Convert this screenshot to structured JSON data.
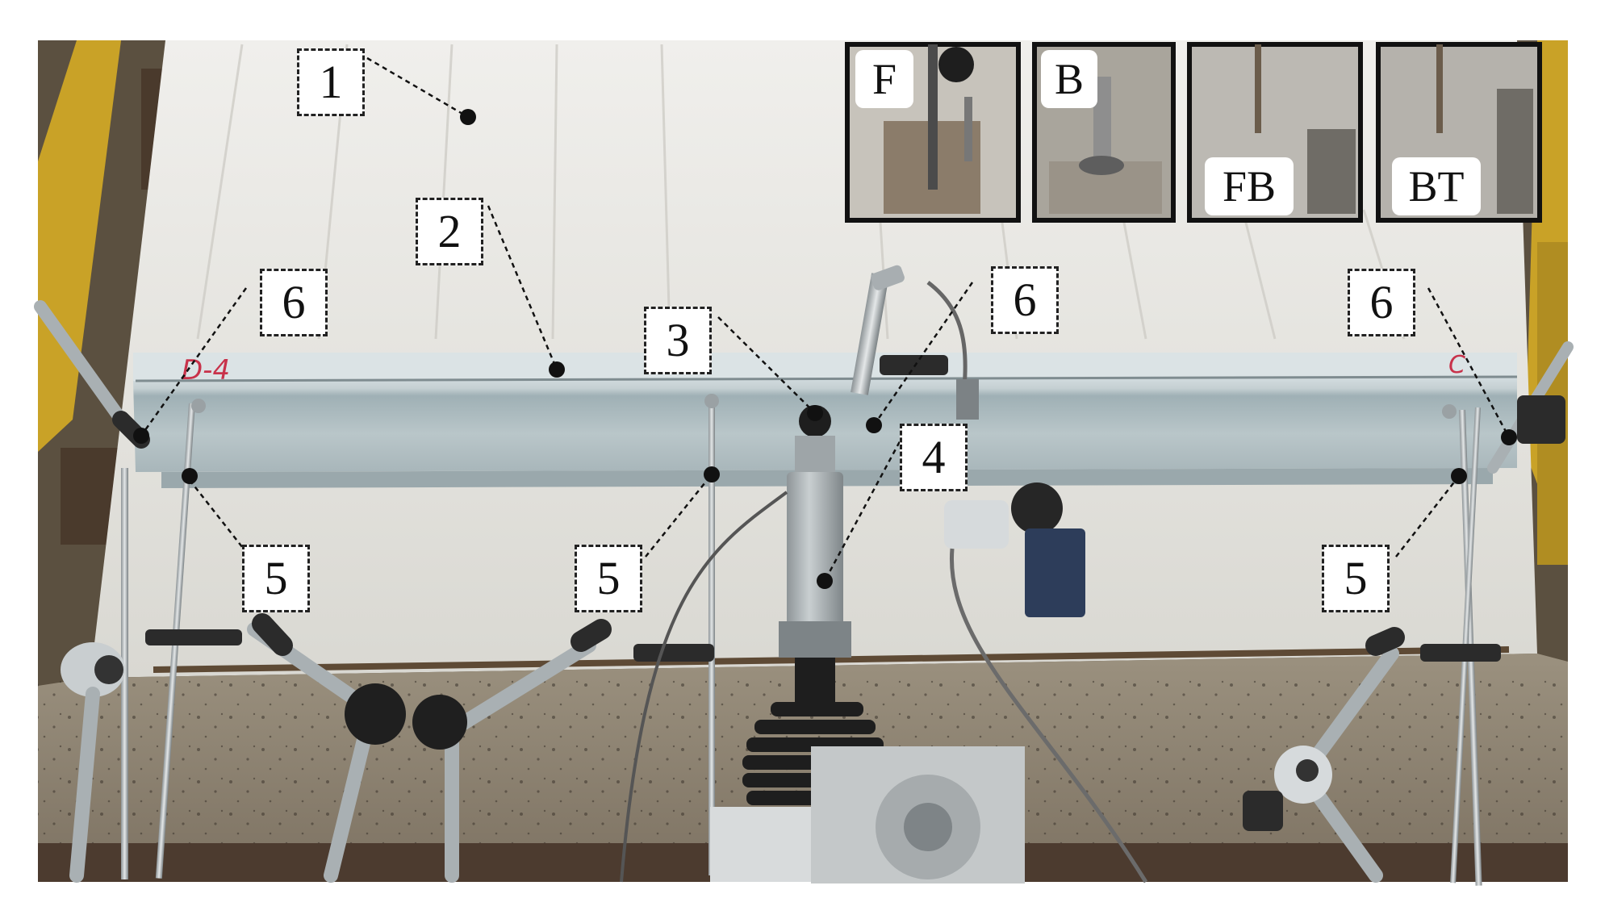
{
  "callouts": {
    "c1": "1",
    "c2": "2",
    "c3": "3",
    "c4": "4",
    "c5a": "5",
    "c5b": "5",
    "c5c": "5",
    "c6a": "6",
    "c6b": "6",
    "c6c": "6"
  },
  "insets": {
    "f": "F",
    "b": "B",
    "fb": "FB",
    "bt": "BT"
  },
  "handwriting": {
    "left": "D-4",
    "right": "C"
  },
  "colors": {
    "panel": "#e3e2dd",
    "steel_channel": "#b7c2c6",
    "frame_yellow": "#c9a227",
    "concrete": "#8a7f6e",
    "ink_red": "#c8324a"
  }
}
